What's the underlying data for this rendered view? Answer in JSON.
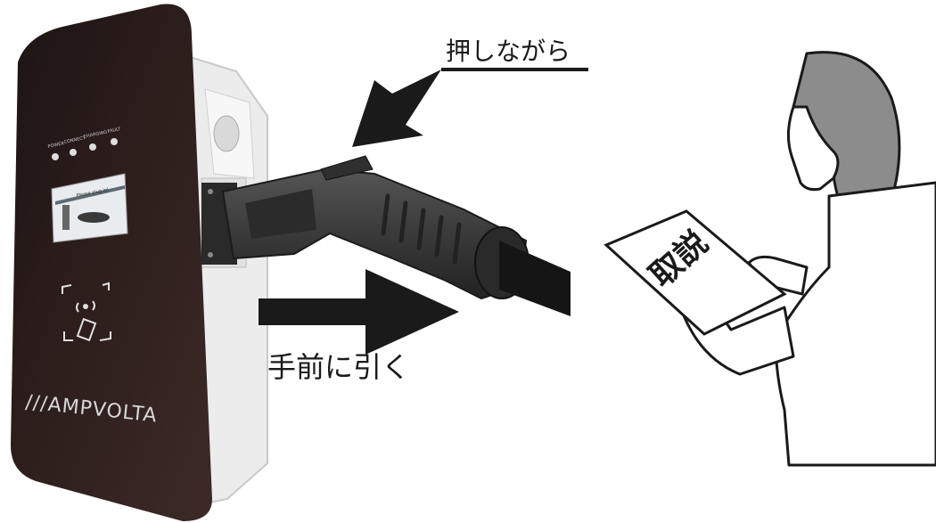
{
  "labels": {
    "push": "押しながら",
    "pull": "手前に引く"
  },
  "charger": {
    "brand": "///AMPVOLTA",
    "indicators": [
      "POWER",
      "CONNECT",
      "CHARGING",
      "FAULT"
    ],
    "screen_text": "Please plug in!"
  },
  "manual": {
    "title": "取説"
  },
  "colors": {
    "panel": "#2a1c1a",
    "housing": "#eeeeee",
    "connector": "#3b3b3b",
    "arrow": "#1a1a1a"
  }
}
